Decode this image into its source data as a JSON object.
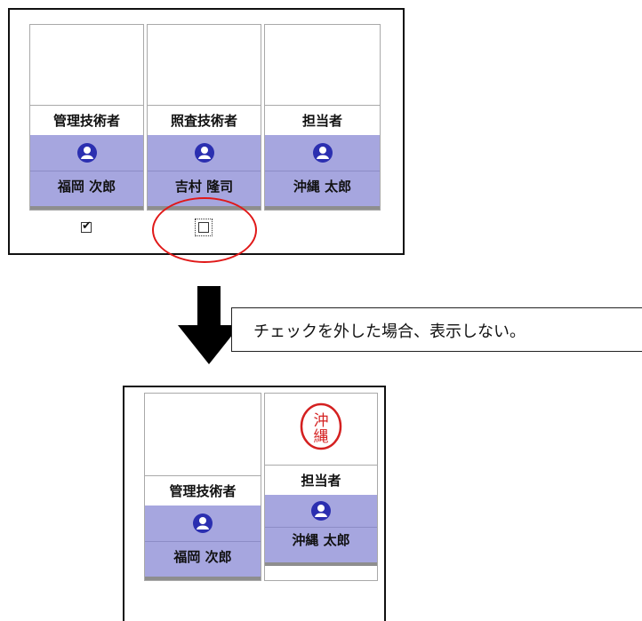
{
  "top_panel": {
    "columns": [
      {
        "role": "管理技術者",
        "name": "福岡 次郎",
        "checked": true,
        "focused": false
      },
      {
        "role": "照査技術者",
        "name": "吉村 隆司",
        "checked": false,
        "focused": true
      },
      {
        "role": "担当者",
        "name": "沖縄 太郎"
      }
    ]
  },
  "callout": {
    "text": "チェックを外した場合、表示しない。"
  },
  "bottom_panel": {
    "columns": [
      {
        "role": "管理技術者",
        "name": "福岡 次郎"
      },
      {
        "role": "担当者",
        "name": "沖縄 太郎",
        "seal": "沖縄"
      }
    ]
  },
  "colors": {
    "user_box": "#a6a6df",
    "avatar": "#2b2fb0",
    "highlight_ellipse": "#e01818",
    "seal": "#d42020"
  },
  "icons": {
    "avatar": "person-avatar-icon",
    "arrow": "down-arrow-icon",
    "checkbox_checked": "checkmark-icon"
  }
}
